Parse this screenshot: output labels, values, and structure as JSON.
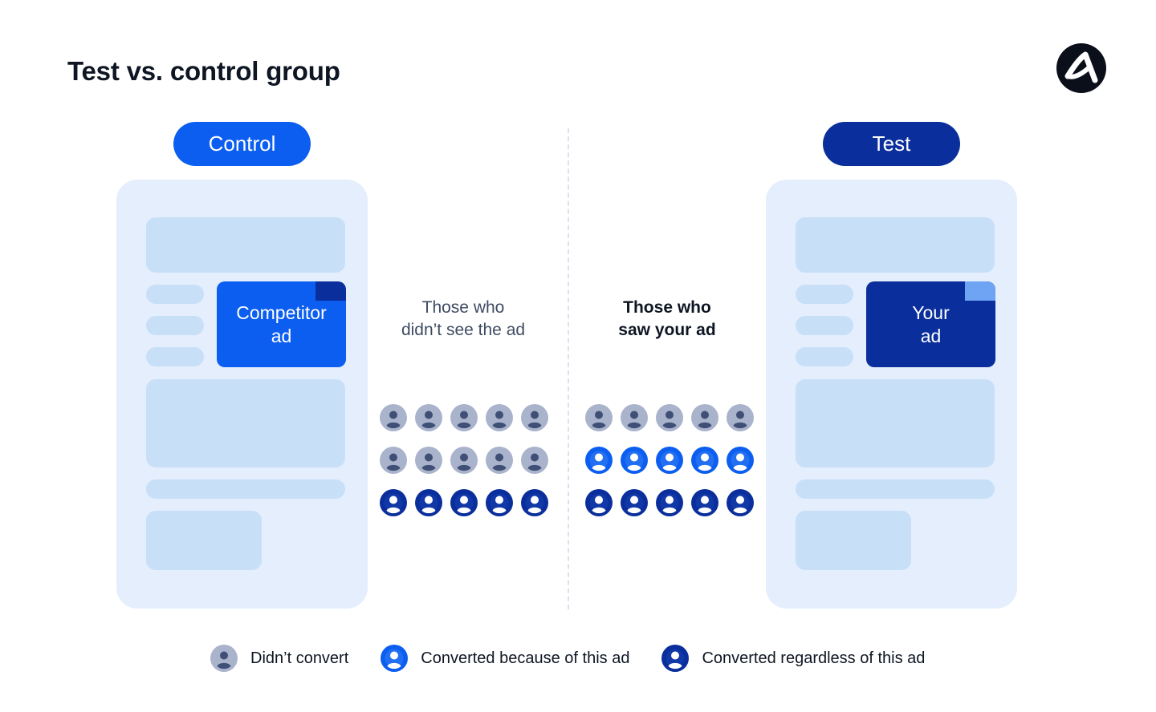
{
  "title": "Test vs. control group",
  "colors": {
    "control_blue": "#0b5ef0",
    "test_navy": "#0a2e9c",
    "didnt_convert_gray": "#a9b3cc",
    "phone_bg": "#e4eefd",
    "phone_block": "#c8dff8"
  },
  "logo": {
    "icon": "brand-logo-icon"
  },
  "control": {
    "pill_label": "Control",
    "ad_label": "Competitor\nad",
    "caption": "Those who\ndidn’t see the ad",
    "people_rows": [
      [
        "didnt_convert",
        "didnt_convert",
        "didnt_convert",
        "didnt_convert",
        "didnt_convert"
      ],
      [
        "didnt_convert",
        "didnt_convert",
        "didnt_convert",
        "didnt_convert",
        "didnt_convert"
      ],
      [
        "converted_regardless",
        "converted_regardless",
        "converted_regardless",
        "converted_regardless",
        "converted_regardless"
      ]
    ]
  },
  "test": {
    "pill_label": "Test",
    "ad_label": "Your\nad",
    "caption": "Those who\nsaw your ad",
    "people_rows": [
      [
        "didnt_convert",
        "didnt_convert",
        "didnt_convert",
        "didnt_convert",
        "didnt_convert"
      ],
      [
        "converted_because",
        "converted_because",
        "converted_because",
        "converted_because",
        "converted_because"
      ],
      [
        "converted_regardless",
        "converted_regardless",
        "converted_regardless",
        "converted_regardless",
        "converted_regardless"
      ]
    ]
  },
  "legend": {
    "didnt_convert": "Didn’t convert",
    "converted_because": "Converted because of this ad",
    "converted_regardless": "Converted regardless of this ad"
  }
}
